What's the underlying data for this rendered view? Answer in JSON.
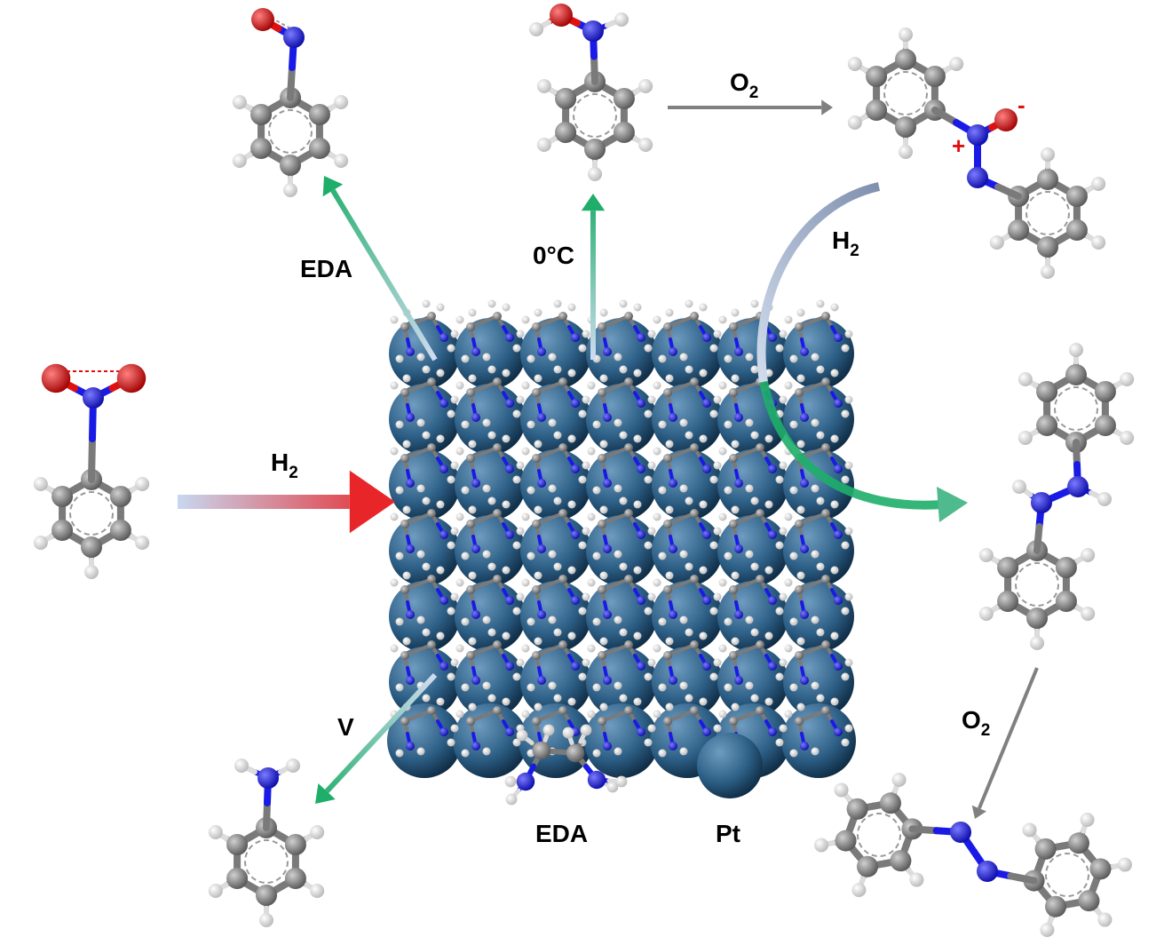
{
  "labels": {
    "eda_arrow": "EDA",
    "temp_arrow": "0°C",
    "o2_top": {
      "main": "O",
      "sub": "2"
    },
    "h2_top_right": {
      "main": "H",
      "sub": "2"
    },
    "h2_left": {
      "main": "H",
      "sub": "2"
    },
    "v_arrow": "V",
    "o2_right": {
      "main": "O",
      "sub": "2"
    },
    "legend_eda": "EDA",
    "legend_pt": "Pt",
    "charge_plus": "+",
    "charge_minus": "-"
  },
  "colors": {
    "carbon": "#7a7a7a",
    "nitrogen": "#1a1ae6",
    "oxygen": "#e01010",
    "hydrogen": "#f2f2f2",
    "platinum": "#2d5f86",
    "green_arrow": "#1fae6a",
    "red_arrow": "#e8262a",
    "gray_arrow": "#808080"
  }
}
